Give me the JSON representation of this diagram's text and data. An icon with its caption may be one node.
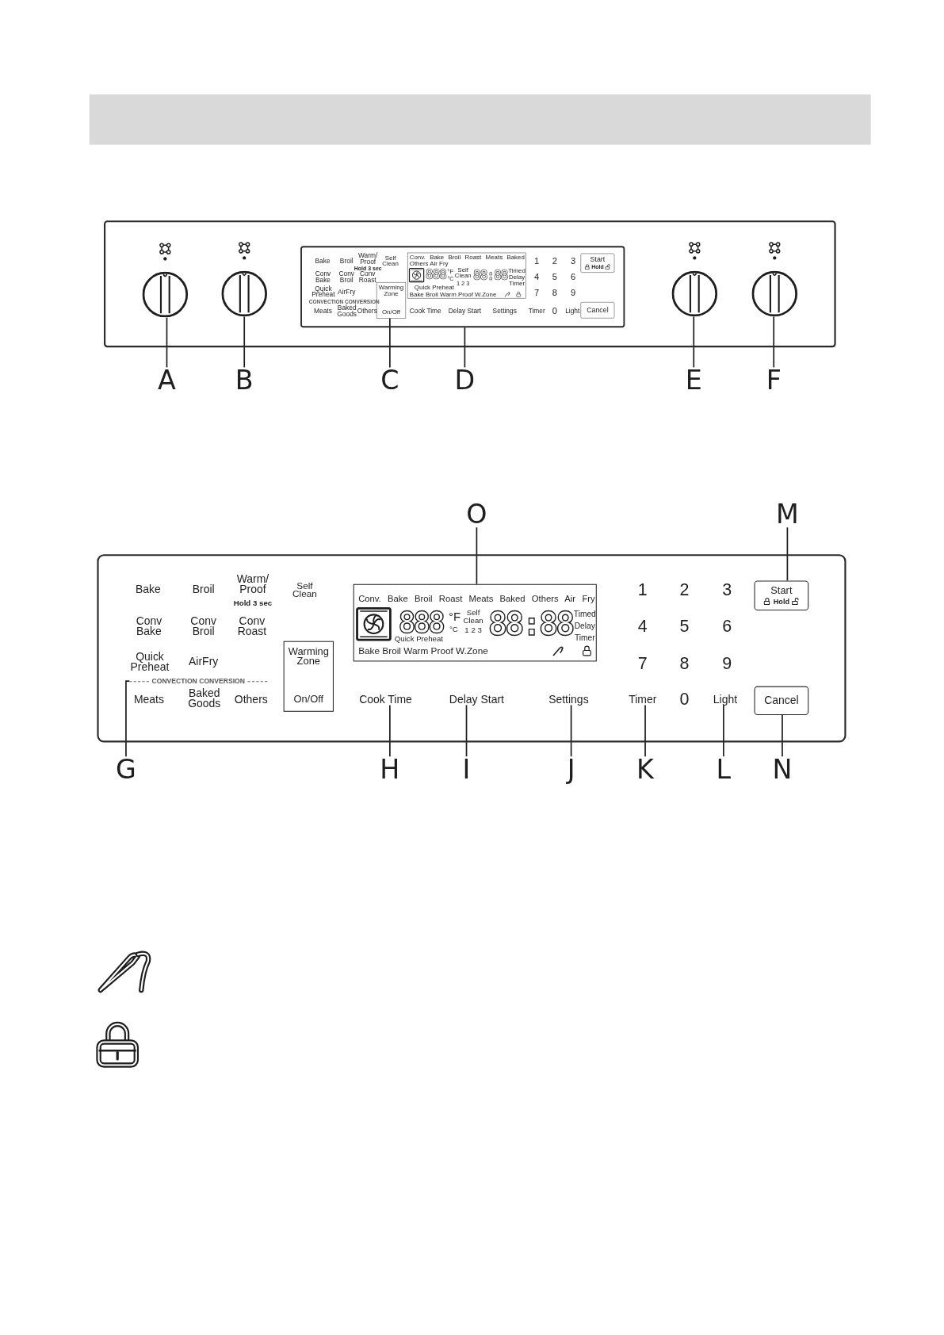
{
  "diagram": {
    "nodes": [
      {
        "text": [],
        "shape": "box"
      },
      {
        "text": [],
        "shape": "circle",
        "in": 0
      },
      {
        "text": [],
        "shape": "circle",
        "in": 0
      },
      {
        "text": [],
        "shape": "box",
        "in": 0
      },
      {
        "text": [
          "Conv. Bake Broil Roast Meats Baked Others Air Fry",
          "888",
          "°F",
          "°C",
          "Self Clean",
          "1 2 3",
          "Quick Preheat",
          "88:88",
          "Timed",
          "Delay",
          "Timer",
          "Bake Broil Warm Proof W.Zone"
        ],
        "in": 3
      },
      {
        "text": [
          "Start",
          "Hold"
        ],
        "in": 3
      },
      {
        "text": [
          "Warming Zone",
          "On/Off"
        ],
        "in": 3
      },
      {
        "text": [
          "Cancel"
        ],
        "in": 3
      },
      {
        "text": [],
        "shape": "circle",
        "in": 0
      },
      {
        "text": [],
        "shape": "circle",
        "in": 0
      },
      {
        "text": [
          "A"
        ]
      },
      {
        "text": [
          "B"
        ]
      },
      {
        "text": [
          "C"
        ]
      },
      {
        "text": [
          "D"
        ]
      },
      {
        "text": [
          "E"
        ]
      },
      {
        "text": [
          "F"
        ]
      },
      {
        "text": [
          "O"
        ]
      },
      {
        "text": [
          "M"
        ]
      },
      {
        "text": [],
        "shape": "box"
      },
      {
        "text": [
          "Conv. Bake Broil Roast Meats Baked Others Air Fry",
          "888",
          "°F",
          "°C",
          "Self Clean",
          "1 2 3",
          "Quick Preheat",
          "88:88",
          "Timed",
          "Delay",
          "Timer",
          "Bake Broil Warm Proof W.Zone"
        ],
        "in": 18
      },
      {
        "text": [
          "Start",
          "Hold"
        ],
        "in": 18
      },
      {
        "text": [
          "Warming Zone",
          "On/Off"
        ],
        "in": 18
      },
      {
        "text": [
          "CONVECTION CONVERSION"
        ],
        "in": 18
      },
      {
        "text": [
          "Cook Time"
        ],
        "in": 18
      },
      {
        "text": [
          "Delay Start"
        ],
        "in": 18
      },
      {
        "text": [
          "Settings"
        ],
        "in": 18
      },
      {
        "text": [
          "Timer"
        ],
        "in": 18
      },
      {
        "text": [
          "Light"
        ],
        "in": 18
      },
      {
        "text": [
          "Cancel"
        ],
        "in": 18
      },
      {
        "text": [
          "G"
        ]
      },
      {
        "text": [
          "H"
        ]
      },
      {
        "text": [
          "I"
        ]
      },
      {
        "text": [
          "J"
        ]
      },
      {
        "text": [
          "K"
        ]
      },
      {
        "text": [
          "L"
        ]
      },
      {
        "text": [
          "N"
        ]
      }
    ],
    "edges": [
      {
        "from": 10,
        "to": 1,
        "arrow": "none"
      },
      {
        "from": 11,
        "to": 2,
        "arrow": "none"
      },
      {
        "from": 12,
        "to": 6,
        "arrow": "none"
      },
      {
        "from": 13,
        "to": 3,
        "arrow": "none"
      },
      {
        "from": 14,
        "to": 8,
        "arrow": "none"
      },
      {
        "from": 15,
        "to": 9,
        "arrow": "none"
      },
      {
        "from": 16,
        "to": 19,
        "arrow": "none"
      },
      {
        "from": 17,
        "to": 20,
        "arrow": "none"
      },
      {
        "from": 29,
        "to": 22,
        "arrow": "none"
      },
      {
        "from": 30,
        "to": 23,
        "arrow": "none"
      },
      {
        "from": 31,
        "to": 24,
        "arrow": "none"
      },
      {
        "from": 32,
        "to": 25,
        "arrow": "none"
      },
      {
        "from": 33,
        "to": 26,
        "arrow": "none"
      },
      {
        "from": 34,
        "to": 27,
        "arrow": "none"
      },
      {
        "from": 35,
        "to": 28,
        "arrow": "none"
      }
    ],
    "labels": [
      "Bake",
      "Broil",
      "Warm/ Proof",
      "Hold 3 sec",
      "Self Clean",
      "1",
      "2",
      "3",
      "Conv Bake",
      "Conv Broil",
      "Conv Roast",
      "4",
      "5",
      "6",
      "Quick Preheat",
      "AirFry",
      "7",
      "8",
      "9",
      "CONVECTION CONVERSION",
      "Meats",
      "Baked Goods",
      "Others",
      "Cook Time",
      "Delay Start",
      "Settings",
      "Timer",
      "0",
      "Light",
      "Bake",
      "Broil",
      "Warm/ Proof",
      "Hold 3 sec",
      "Self Clean",
      "1",
      "2",
      "3",
      "Conv Bake",
      "Conv Broil",
      "Conv Roast",
      "4",
      "5",
      "6",
      "Quick Preheat",
      "AirFry",
      "7",
      "8",
      "9",
      "Meats",
      "Baked Goods",
      "Others",
      "0"
    ]
  }
}
